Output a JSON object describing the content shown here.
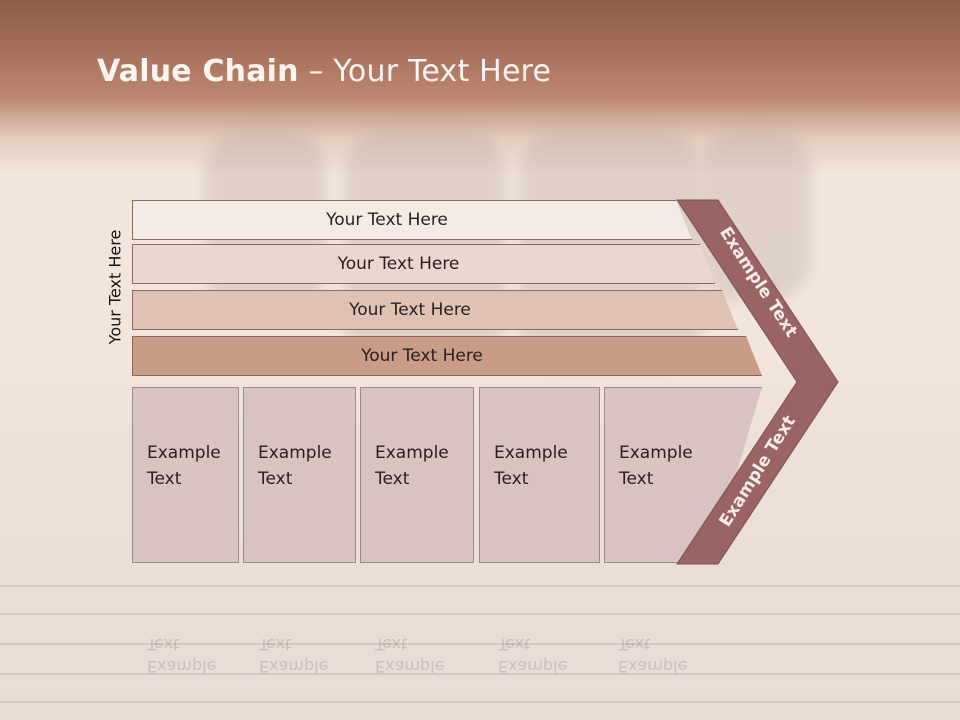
{
  "slide": {
    "title_bold": "Value Chain",
    "title_rest": " – Your Text Here",
    "side_label": "Your Text Here"
  },
  "bands": [
    {
      "label": "Your Text Here"
    },
    {
      "label": "Your Text Here"
    },
    {
      "label": "Your Text Here"
    },
    {
      "label": "Your Text Here"
    }
  ],
  "boxes": [
    {
      "line1": "Example",
      "line2": "Text"
    },
    {
      "line1": "Example",
      "line2": "Text"
    },
    {
      "line1": "Example",
      "line2": "Text"
    },
    {
      "line1": "Example",
      "line2": "Text"
    },
    {
      "line1": "Example",
      "line2": "Text"
    }
  ],
  "chevron": {
    "upper_label": "Example Text",
    "lower_label": "Example Text",
    "color": "#9a6464"
  },
  "colors": {
    "header": "#a7715c",
    "band_1": "#f4eae6",
    "band_2": "#ead7cf",
    "band_3": "#dfc2b4",
    "band_4": "#c89c86",
    "box": "#d8c3c2"
  }
}
